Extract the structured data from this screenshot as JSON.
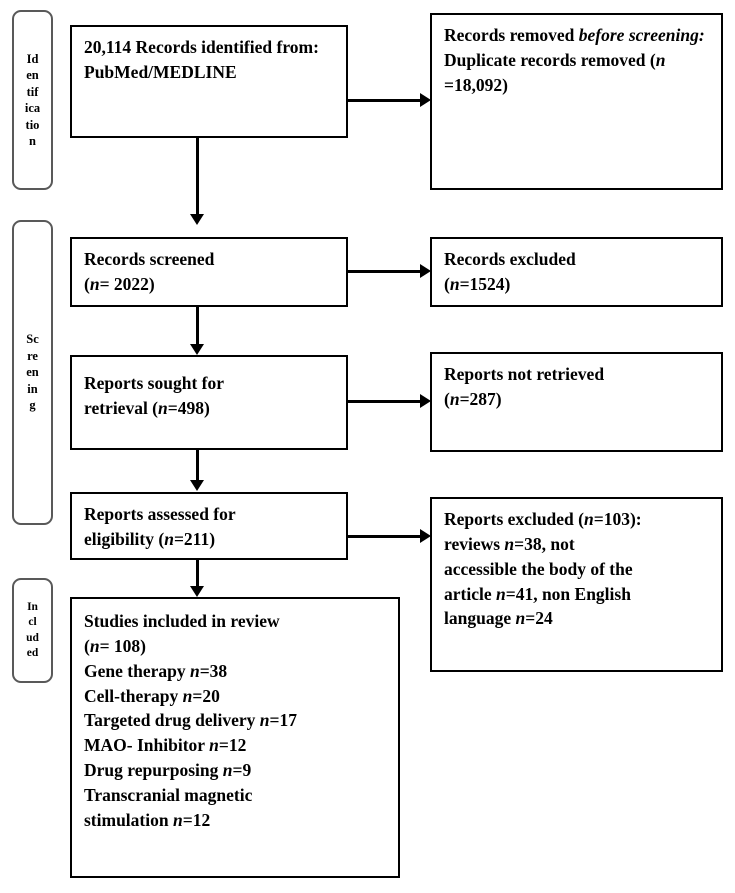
{
  "diagram": {
    "title": "PRISMA flow diagram",
    "stages": [
      {
        "name": "identification",
        "label": "Identification",
        "display": "Id en tif ica tio n"
      },
      {
        "name": "screening",
        "label": "Screening",
        "display": "Sc re en in g"
      },
      {
        "name": "included",
        "label": "Included",
        "display": "In cl ud ed"
      }
    ],
    "boxes": [
      {
        "id": "records-identified",
        "column": "left",
        "text": "20,114 Records identified from: PubMed/MEDLINE"
      },
      {
        "id": "records-removed-before-screening",
        "column": "right",
        "text_lead": "Records removed ",
        "text_italic": "before screening:",
        "text_rest": "\n    Duplicate records removed (",
        "n_italic": "n",
        "n_value": " =18,092)"
      },
      {
        "id": "records-screened",
        "column": "left",
        "text_lead": "Records screened\n(",
        "n_italic": "n",
        "n_value": "= 2022)"
      },
      {
        "id": "records-excluded",
        "column": "right",
        "text_lead": "Records excluded\n(",
        "n_italic": "n",
        "n_value": "=1524)"
      },
      {
        "id": "reports-sought",
        "column": "left",
        "text_lead": "Reports sought for\nretrieval (",
        "n_italic": "n",
        "n_value": "=498)"
      },
      {
        "id": "reports-not-retrieved",
        "column": "right",
        "text_lead": "Reports not retrieved\n(",
        "n_italic": "n",
        "n_value": "=287)"
      },
      {
        "id": "reports-assessed",
        "column": "left",
        "text_lead": "Reports assessed for\neligibility (",
        "n_italic": "n",
        "n_value": "=211)"
      },
      {
        "id": "reports-excluded",
        "column": "right",
        "line1_lead": "Reports excluded (",
        "line1_n": "n",
        "line1_rest": "=103):",
        "line2_lead": "reviews ",
        "line2_n": "n",
        "line2_rest": "=38, not",
        "line3": "accessible the body of the",
        "line4_lead": "article   ",
        "line4_n": "n",
        "line4_rest": "=41, non English",
        "line5_lead": "language ",
        "line5_n": "n",
        "line5_rest": "=24"
      },
      {
        "id": "studies-included",
        "column": "left",
        "lines": [
          {
            "lead": "Studies included in review",
            "n": "",
            "rest": ""
          },
          {
            "lead": "(",
            "n": "n",
            "rest": "= 108)"
          },
          {
            "lead": "Gene therapy ",
            "n": "n",
            "rest": "=38"
          },
          {
            "lead": "Cell-therapy ",
            "n": "n",
            "rest": "=20"
          },
          {
            "lead": "Targeted drug delivery ",
            "n": "n",
            "rest": "=17"
          },
          {
            "lead": "MAO- Inhibitor   ",
            "n": "n",
            "rest": "=12"
          },
          {
            "lead": "Drug repurposing ",
            "n": "n",
            "rest": "=9"
          },
          {
            "lead": "Transcranial magnetic",
            "n": "",
            "rest": ""
          },
          {
            "lead": "stimulation ",
            "n": "n",
            "rest": "=12"
          }
        ]
      }
    ],
    "counts": {
      "records_identified": 20114,
      "duplicates_removed": 18092,
      "records_screened": 2022,
      "records_excluded": 1524,
      "reports_sought": 498,
      "reports_not_retrieved": 287,
      "reports_assessed": 211,
      "reports_excluded": 103,
      "excluded_reviews": 38,
      "excluded_no_body": 41,
      "excluded_non_english": 24,
      "studies_included": 108,
      "gene_therapy": 38,
      "cell_therapy": 20,
      "targeted_drug_delivery": 17,
      "mao_inhibitor": 12,
      "drug_repurposing": 9,
      "transcranial_magnetic_stimulation": 12
    },
    "colors": {
      "box_border": "#000000",
      "pill_border": "#595959",
      "background": "#ffffff",
      "text": "#000000"
    }
  }
}
